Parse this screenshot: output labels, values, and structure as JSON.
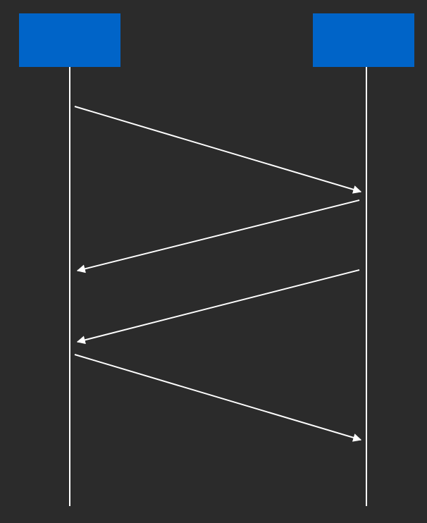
{
  "diagram": {
    "type": "sequence",
    "colors": {
      "background": "#2b2b2b",
      "participant_fill": "#0064c8",
      "line": "#ffffff"
    },
    "participants": [
      {
        "id": "left",
        "label": ""
      },
      {
        "id": "right",
        "label": ""
      }
    ],
    "messages": [
      {
        "from": "left",
        "to": "right",
        "label": ""
      },
      {
        "from": "right",
        "to": "left",
        "label": ""
      },
      {
        "from": "right",
        "to": "left",
        "label": ""
      },
      {
        "from": "left",
        "to": "right",
        "label": ""
      }
    ]
  }
}
